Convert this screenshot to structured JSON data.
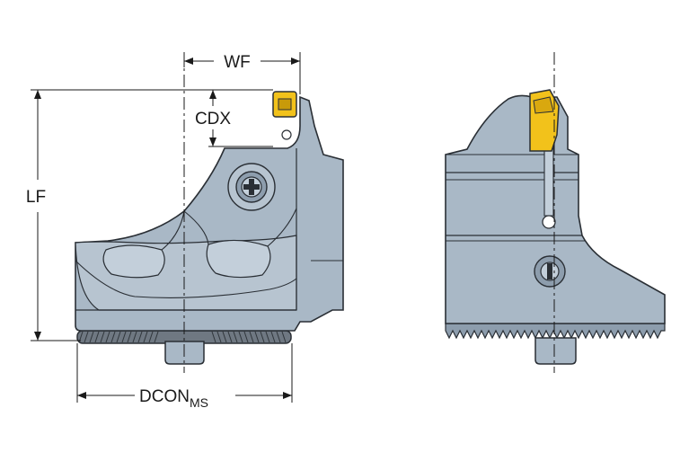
{
  "labels": {
    "wf": "WF",
    "cdx": "CDX",
    "lf": "LF",
    "dcon_main": "DCON",
    "dcon_sub": "MS"
  },
  "colors": {
    "body": "#a9b8c6",
    "body_dark": "#8d9dad",
    "body_light": "#c3cfda",
    "outline": "#2a2f35",
    "insert": "#f2c21b",
    "serration": "#5d6670",
    "dimension": "#1a1a1a"
  }
}
